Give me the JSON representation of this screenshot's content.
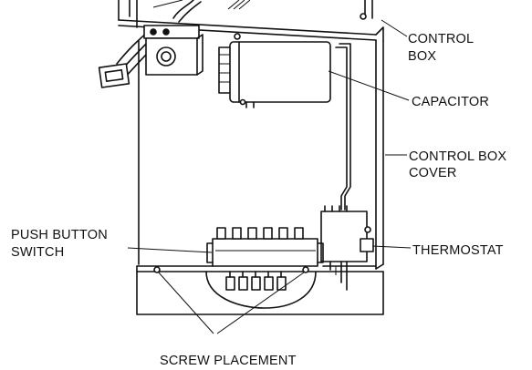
{
  "labels": {
    "control_box_line1": "CONTROL",
    "control_box_line2": "BOX",
    "capacitor": "CAPACITOR",
    "control_box_cover_line1": "CONTROL BOX",
    "control_box_cover_line2": "COVER",
    "push_button_switch_line1": "PUSH BUTTON",
    "push_button_switch_line2": "SWITCH",
    "thermostat": "THERMOSTAT",
    "screw_placement": "SCREW PLACEMENT"
  }
}
